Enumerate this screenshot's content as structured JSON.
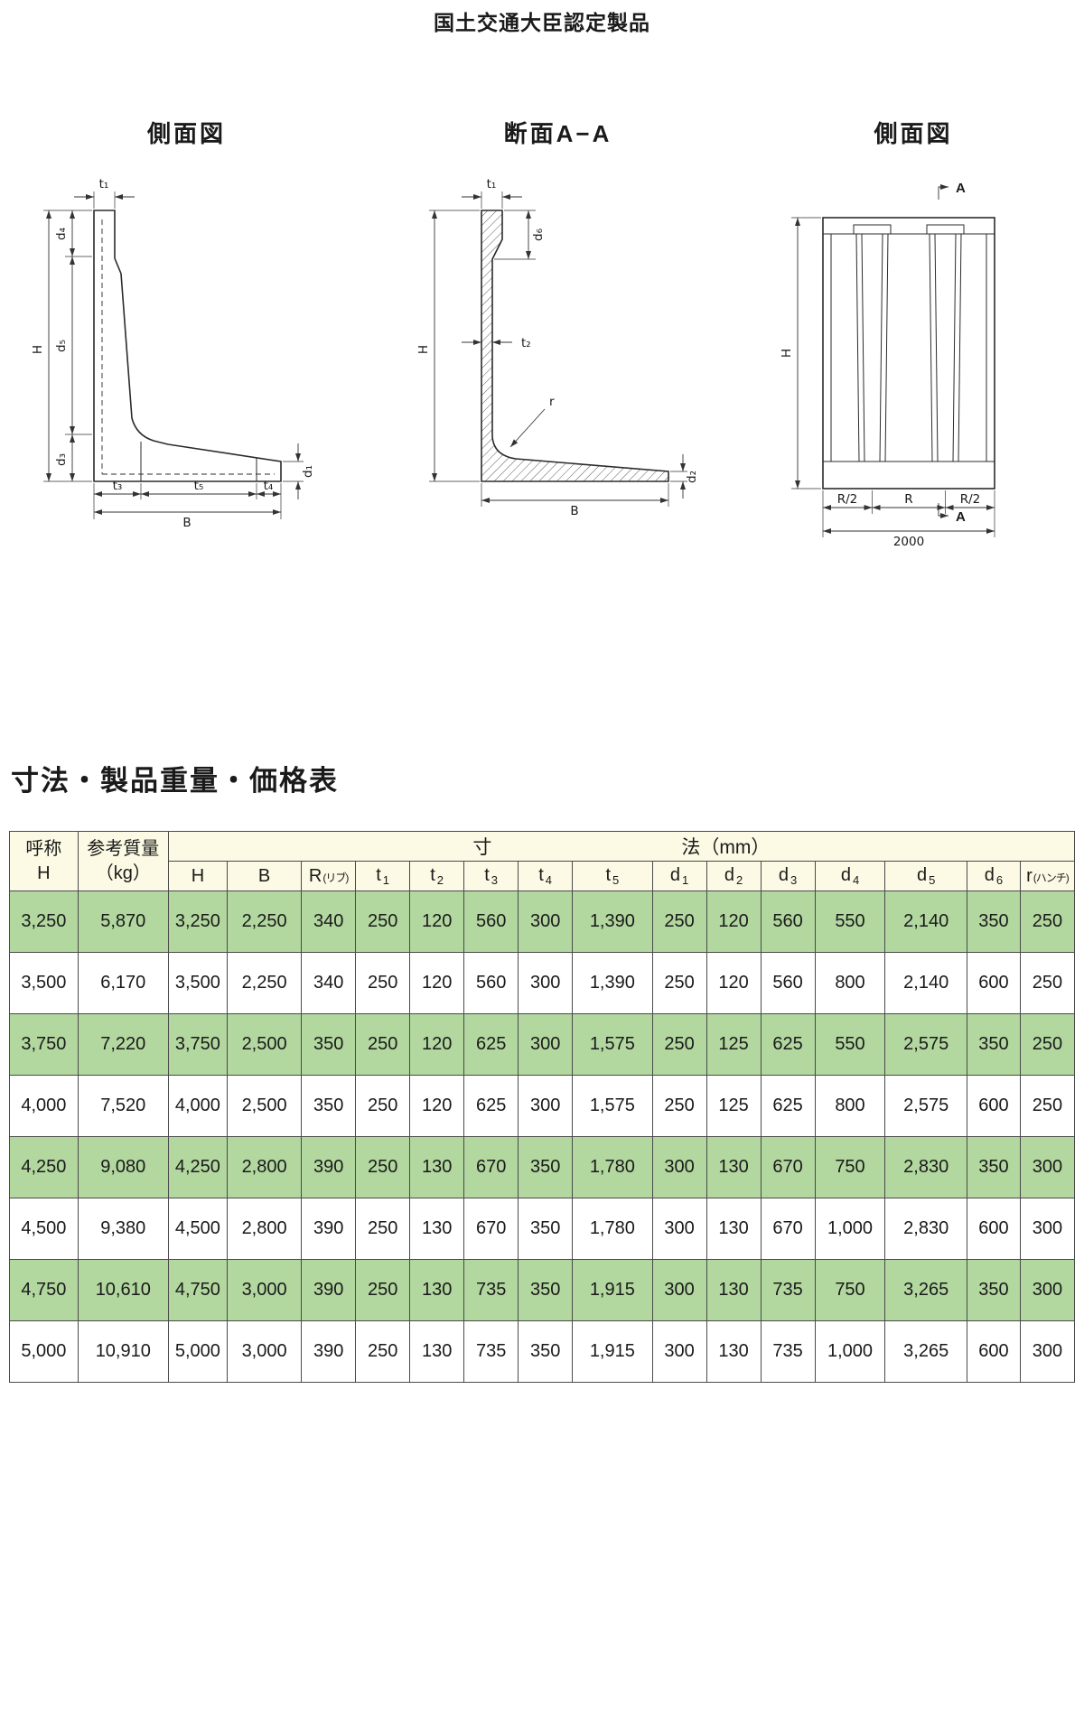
{
  "page": {
    "title": "国土交通大臣認定製品"
  },
  "drawings": {
    "left": {
      "caption": "側面図",
      "dims": {
        "t1": "t₁",
        "d4": "d₄",
        "H": "H",
        "d5": "d₅",
        "d3": "d₃",
        "d1": "d₁",
        "t3": "t₃",
        "t5": "t₅",
        "t4": "t₄",
        "B": "B"
      }
    },
    "center": {
      "caption": "断面A−A",
      "dims": {
        "t1": "t₁",
        "d6": "d₆",
        "H": "H",
        "t2": "t₂",
        "r": "r",
        "d2": "d₂",
        "B": "B"
      }
    },
    "right": {
      "caption": "側面図",
      "dims": {
        "a_top": "A",
        "a_bottom": "A",
        "H": "H",
        "r_half_left": "R/2",
        "r_center": "R",
        "r_half_right": "R/2",
        "total_width": "2000"
      }
    }
  },
  "section": {
    "title": "寸法・製品重量・価格表"
  },
  "table": {
    "group_header": {
      "name_line1": "呼称",
      "name_line2": "H",
      "mass_line1": "参考質量",
      "mass_line2": "（kg）",
      "dims_left": "寸",
      "dims_right": "法（mm）"
    },
    "columns": [
      {
        "base": "H",
        "sub": ""
      },
      {
        "base": "B",
        "sub": ""
      },
      {
        "base": "R",
        "sub": "(リブ)",
        "paren": true
      },
      {
        "base": "t",
        "sub": "1"
      },
      {
        "base": "t",
        "sub": "2"
      },
      {
        "base": "t",
        "sub": "3"
      },
      {
        "base": "t",
        "sub": "4"
      },
      {
        "base": "t",
        "sub": "5"
      },
      {
        "base": "d",
        "sub": "1"
      },
      {
        "base": "d",
        "sub": "2"
      },
      {
        "base": "d",
        "sub": "3"
      },
      {
        "base": "d",
        "sub": "4"
      },
      {
        "base": "d",
        "sub": "5"
      },
      {
        "base": "d",
        "sub": "6"
      },
      {
        "base": "r",
        "sub": "(ハンチ)",
        "paren": true
      }
    ],
    "rows": [
      {
        "name": "3,250",
        "mass": "5,870",
        "values": [
          "3,250",
          "2,250",
          "340",
          "250",
          "120",
          "560",
          "300",
          "1,390",
          "250",
          "120",
          "560",
          "550",
          "2,140",
          "350",
          "250"
        ],
        "shade": true
      },
      {
        "name": "3,500",
        "mass": "6,170",
        "values": [
          "3,500",
          "2,250",
          "340",
          "250",
          "120",
          "560",
          "300",
          "1,390",
          "250",
          "120",
          "560",
          "800",
          "2,140",
          "600",
          "250"
        ],
        "shade": false
      },
      {
        "name": "3,750",
        "mass": "7,220",
        "values": [
          "3,750",
          "2,500",
          "350",
          "250",
          "120",
          "625",
          "300",
          "1,575",
          "250",
          "125",
          "625",
          "550",
          "2,575",
          "350",
          "250"
        ],
        "shade": true
      },
      {
        "name": "4,000",
        "mass": "7,520",
        "values": [
          "4,000",
          "2,500",
          "350",
          "250",
          "120",
          "625",
          "300",
          "1,575",
          "250",
          "125",
          "625",
          "800",
          "2,575",
          "600",
          "250"
        ],
        "shade": false
      },
      {
        "name": "4,250",
        "mass": "9,080",
        "values": [
          "4,250",
          "2,800",
          "390",
          "250",
          "130",
          "670",
          "350",
          "1,780",
          "300",
          "130",
          "670",
          "750",
          "2,830",
          "350",
          "300"
        ],
        "shade": true
      },
      {
        "name": "4,500",
        "mass": "9,380",
        "values": [
          "4,500",
          "2,800",
          "390",
          "250",
          "130",
          "670",
          "350",
          "1,780",
          "300",
          "130",
          "670",
          "1,000",
          "2,830",
          "600",
          "300"
        ],
        "shade": false
      },
      {
        "name": "4,750",
        "mass": "10,610",
        "values": [
          "4,750",
          "3,000",
          "390",
          "250",
          "130",
          "735",
          "350",
          "1,915",
          "300",
          "130",
          "735",
          "750",
          "3,265",
          "350",
          "300"
        ],
        "shade": true
      },
      {
        "name": "5,000",
        "mass": "10,910",
        "values": [
          "5,000",
          "3,000",
          "390",
          "250",
          "130",
          "735",
          "350",
          "1,915",
          "300",
          "130",
          "735",
          "1,000",
          "3,265",
          "600",
          "300"
        ],
        "shade": false
      }
    ],
    "colors": {
      "header_bg": "#fcfae4",
      "shade_bg": "#b2d79f",
      "border": "#4a4a4a"
    }
  }
}
